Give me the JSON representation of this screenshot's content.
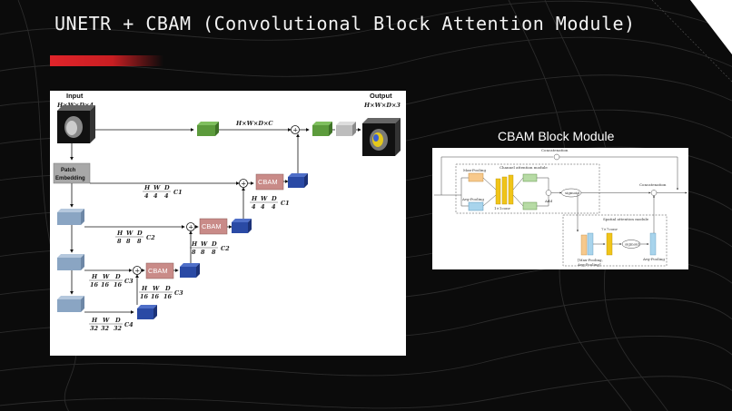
{
  "slide": {
    "title": "UNETR + CBAM (Convolutional Block Attention Module)"
  },
  "unetr_diagram": {
    "input_label": "Input",
    "input_dims": "H×W×D×4",
    "output_label": "Output",
    "output_dims": "H×W×D×3",
    "patch_embedding": [
      "Patch",
      "Embedding"
    ],
    "skip_dims": "H×W×D×C",
    "cbam_label": "CBAM",
    "fractions": {
      "q4": {
        "num": [
          "H",
          "W",
          "D"
        ],
        "den": [
          "4",
          "4",
          "4"
        ],
        "ch": "C1"
      },
      "q8": {
        "num": [
          "H",
          "W",
          "D"
        ],
        "den": [
          "8",
          "8",
          "8"
        ],
        "ch": "C2"
      },
      "q16": {
        "num": [
          "H",
          "W",
          "D"
        ],
        "den": [
          "16",
          "16",
          "16"
        ],
        "ch": "C3"
      },
      "q32": {
        "num": [
          "H",
          "W",
          "D"
        ],
        "den": [
          "32",
          "32",
          "32"
        ],
        "ch": "C4"
      }
    },
    "colors": {
      "green": "#5c9b3c",
      "gray": "#bdbdbd",
      "blue": "#2a4aa5",
      "lightblue": "#8aa5c3",
      "cbam": "#c98b88"
    }
  },
  "cbam_diagram": {
    "title": "CBAM Block Module",
    "concatenation_top": "Concatenation",
    "concatenation_right": "Concatenation",
    "channel_module": "Channel attention module",
    "max_pooling": "Max-Pooling",
    "avg_pooling": "Avg-Pooling",
    "conv_1x1": "1×1conv",
    "add": "Add",
    "sigmoid": "sigmoid",
    "spatial_module": "Spatial attention module",
    "conv_7x7": "7×7conv",
    "sigmoid2": "sigmoid",
    "stacked": [
      "[Max-Pooling,",
      "Avg-Pooling]"
    ],
    "avg_pooling2": "Avg-Pooling"
  }
}
